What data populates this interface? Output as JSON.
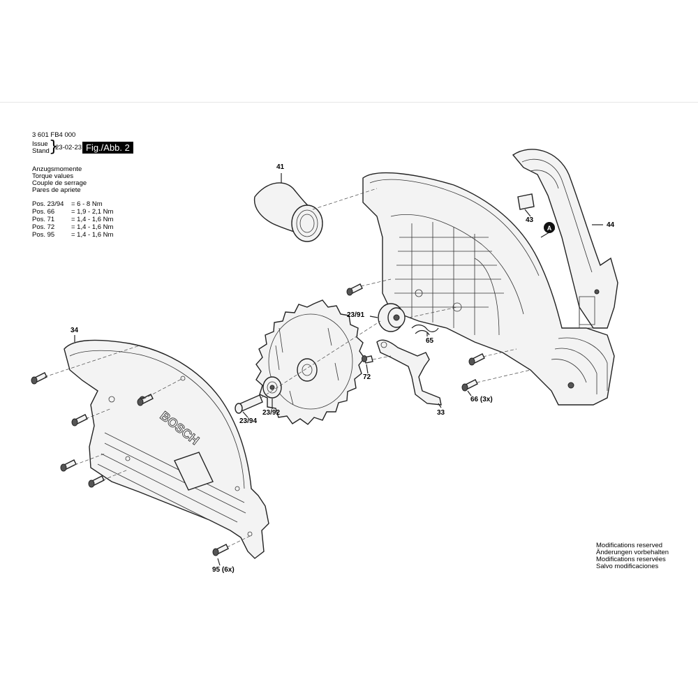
{
  "header": {
    "part_number": "3 601 FB4 000",
    "issue_label": "Issue",
    "stand_label": "Stand",
    "issue_date": "23-02-23",
    "figure": "Fig./Abb. 2"
  },
  "torque": {
    "titles": [
      "Anzugsmomente",
      "Torque values",
      "Couple de serrage",
      "Pares de apriete"
    ],
    "rows": [
      {
        "pos": "Pos. 23/94",
        "value": "= 6 - 8 Nm"
      },
      {
        "pos": "Pos. 66",
        "value": "= 1,9 - 2,1 Nm"
      },
      {
        "pos": "Pos. 71",
        "value": "= 1,4 - 1,6 Nm"
      },
      {
        "pos": "Pos. 72",
        "value": "= 1,4 - 1,6 Nm"
      },
      {
        "pos": "Pos. 95",
        "value": "= 1,4 - 1,6 Nm"
      }
    ]
  },
  "modifications": [
    "Modifications reserved",
    "Änderungen vorbehalten",
    "Modifications reservées",
    "Salvo modificaciones"
  ],
  "brand_on_guard": "BOSCH",
  "callouts": {
    "c41": "41",
    "c43": "43",
    "c44": "44",
    "cA": "A",
    "c2391": "23/91",
    "c65": "65",
    "c72": "72",
    "c33": "33",
    "c66": "66 (3x)",
    "c34": "34",
    "c2394": "23/94",
    "c2392": "23/92",
    "c95": "95 (6x)"
  }
}
